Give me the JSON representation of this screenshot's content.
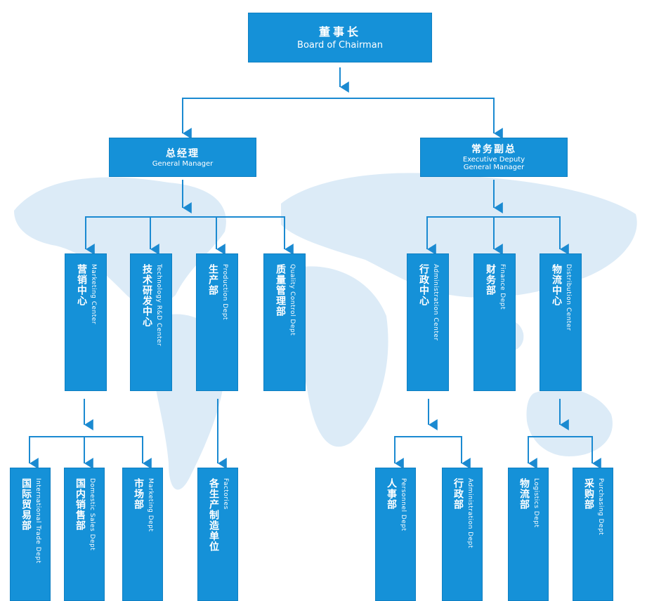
{
  "colors": {
    "box": "#1591d8",
    "line": "#1b8ad1",
    "map": "#dcebf7",
    "background": "#ffffff"
  },
  "chairman": {
    "zh": "董事长",
    "en": "Board of Chairman"
  },
  "managers": {
    "general": {
      "zh": "总经理",
      "en": "General Manager"
    },
    "deputy": {
      "zh": "常务副总",
      "en": "Executive Deputy General Manager"
    }
  },
  "centers": {
    "marketing": {
      "zh": "营销中心",
      "en": "Marketing Center"
    },
    "tech_rd": {
      "zh": "技术研发中心",
      "en": "Technology R&D Center"
    },
    "production": {
      "zh": "生产部",
      "en": "Production Dept"
    },
    "quality": {
      "zh": "质量管理部",
      "en": "Quality Control Dept"
    },
    "administration": {
      "zh": "行政中心",
      "en": "Administration Center"
    },
    "finance": {
      "zh": "财务部",
      "en": "Finance Dept"
    },
    "distribution": {
      "zh": "物流中心",
      "en": "Distribution Center"
    }
  },
  "departments": {
    "international_trade": {
      "zh": "国际贸易部",
      "en": "International Trade Dept"
    },
    "domestic_sales": {
      "zh": "国内销售部",
      "en": "Domestic Sales Dept"
    },
    "marketing_dept": {
      "zh": "市场部",
      "en": "Marketing Dept"
    },
    "factories": {
      "zh": "各生产制造单位",
      "en": "Factories"
    },
    "personnel": {
      "zh": "人事部",
      "en": "Personnel Dept"
    },
    "admin_dept": {
      "zh": "行政部",
      "en": "Administration Dept"
    },
    "logistics": {
      "zh": "物流部",
      "en": "Logistics Dept"
    },
    "purchasing": {
      "zh": "采购部",
      "en": "Purchasing Dept"
    }
  }
}
